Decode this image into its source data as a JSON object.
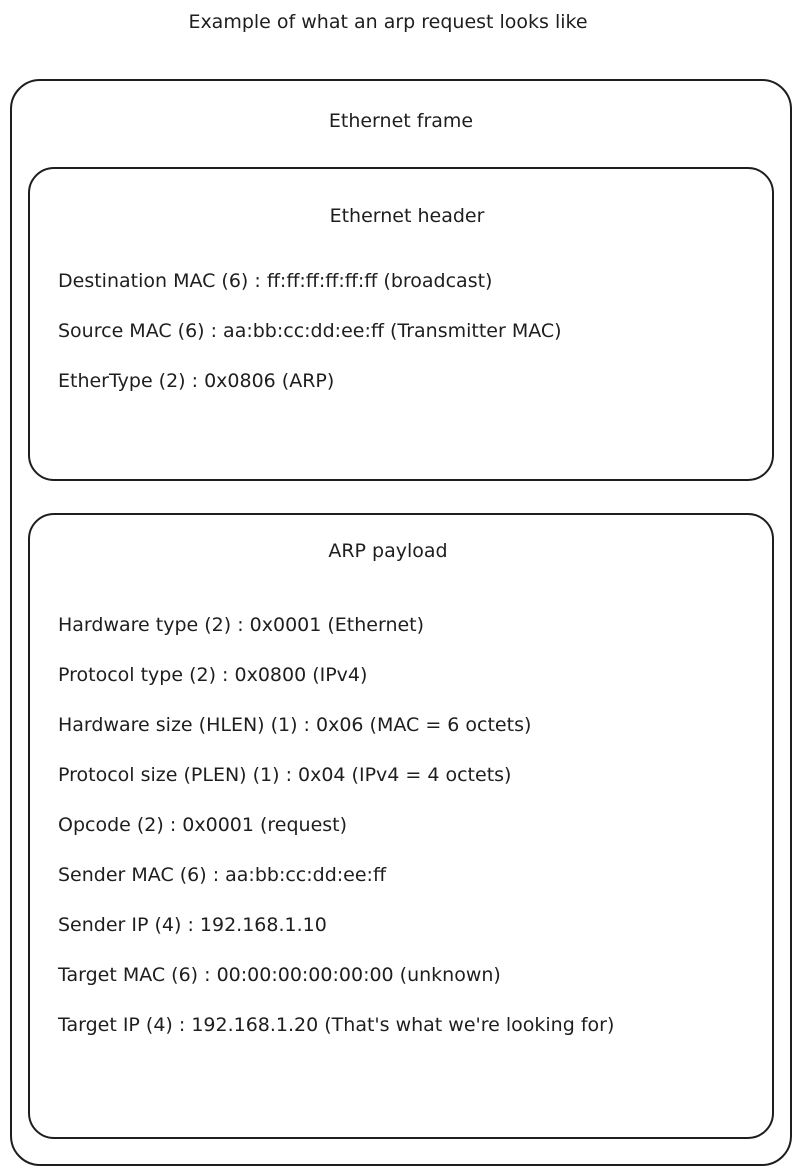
{
  "caption": "Example of what an arp request looks like",
  "ethernet_frame": {
    "title": "Ethernet frame",
    "ethernet_header": {
      "title": "Ethernet header",
      "fields": [
        "Destination MAC (6) : ff:ff:ff:ff:ff:ff (broadcast)",
        "Source MAC (6) : aa:bb:cc:dd:ee:ff (Transmitter MAC)",
        "EtherType (2) : 0x0806 (ARP)"
      ]
    },
    "arp_payload": {
      "title": "ARP payload",
      "fields": [
        "Hardware type (2) : 0x0001 (Ethernet)",
        "Protocol type (2) : 0x0800 (IPv4)",
        "Hardware size (HLEN) (1) : 0x06 (MAC = 6 octets)",
        "Protocol size (PLEN) (1) : 0x04 (IPv4 = 4 octets)",
        "Opcode (2) : 0x0001 (request)",
        "Sender MAC (6) : aa:bb:cc:dd:ee:ff",
        "Sender IP (4) : 192.168.1.10",
        "Target MAC (6) : 00:00:00:00:00:00 (unknown)",
        "Target IP (4) : 192.168.1.20 (That's what we're looking for)"
      ]
    }
  }
}
